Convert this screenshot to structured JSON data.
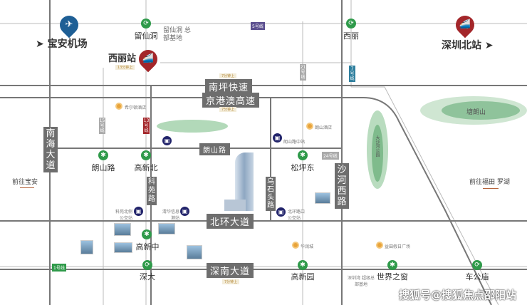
{
  "roads": {
    "nanping": "南坪快速",
    "jinggangao": "京港澳高速",
    "nanhai": "南海大道",
    "langshan": "朗山路",
    "keyuan": "科苑路",
    "beihuan": "北环大道",
    "shennan": "深南大道",
    "wushitou": "乌石头路",
    "shahexi": "沙河西路"
  },
  "stations": {
    "liuxiandong": "留仙洞",
    "xili": "西丽",
    "langshanlu": "朗山路",
    "gaoxinbei": "高新北",
    "songpingdong": "松坪东",
    "gaoxinzhong": "高新中",
    "shenda": "深大",
    "gaoxinyuan": "高新园",
    "shijiezhichuang": "世界之窗",
    "chegongmiao": "车公庙"
  },
  "landmarks": {
    "airport": "宝安机场",
    "xili_station": "西丽站",
    "shenzhen_north": "深圳北站",
    "liuxiandong_hq": "留仙洞 总部基地",
    "tanglangshan": "塘朗山",
    "dashahe_park": "大沙河公园",
    "shenzhenwan_hq": "深圳湾 超级总部基地"
  },
  "directions": {
    "to_baoan": "前往宝安",
    "to_futian": "前往福田 罗湖"
  },
  "pois": {
    "hilton": "希尔顿酒店",
    "langshan_hotel": "朗山酒店",
    "huarun": "华润城",
    "yitian": "益田假日广场",
    "bus_langshan": "朗山路中站",
    "bus_keyuan": "科苑北侧公交站",
    "bus_qinghua": "清华信息港站",
    "bus_beihuan": "北环路口公交站"
  },
  "lines": {
    "l1": "1号线",
    "l5": "5号线",
    "l7": "7号线",
    "l13": "13号线",
    "l15": "15号线",
    "l21": "21号线",
    "l24": "24号线"
  },
  "times": {
    "t1": "7分钟上",
    "t2": "7分钟上",
    "t3": "13分钟上",
    "t4": "7分钟上"
  },
  "watermark": "搜狐号@搜狐焦点邵阳站",
  "colors": {
    "metro": "#2f9a4a",
    "road": "#6e6e6e",
    "pin_red": "#a3262a",
    "pin_blue": "#1e5f95",
    "bus": "#22246b"
  }
}
